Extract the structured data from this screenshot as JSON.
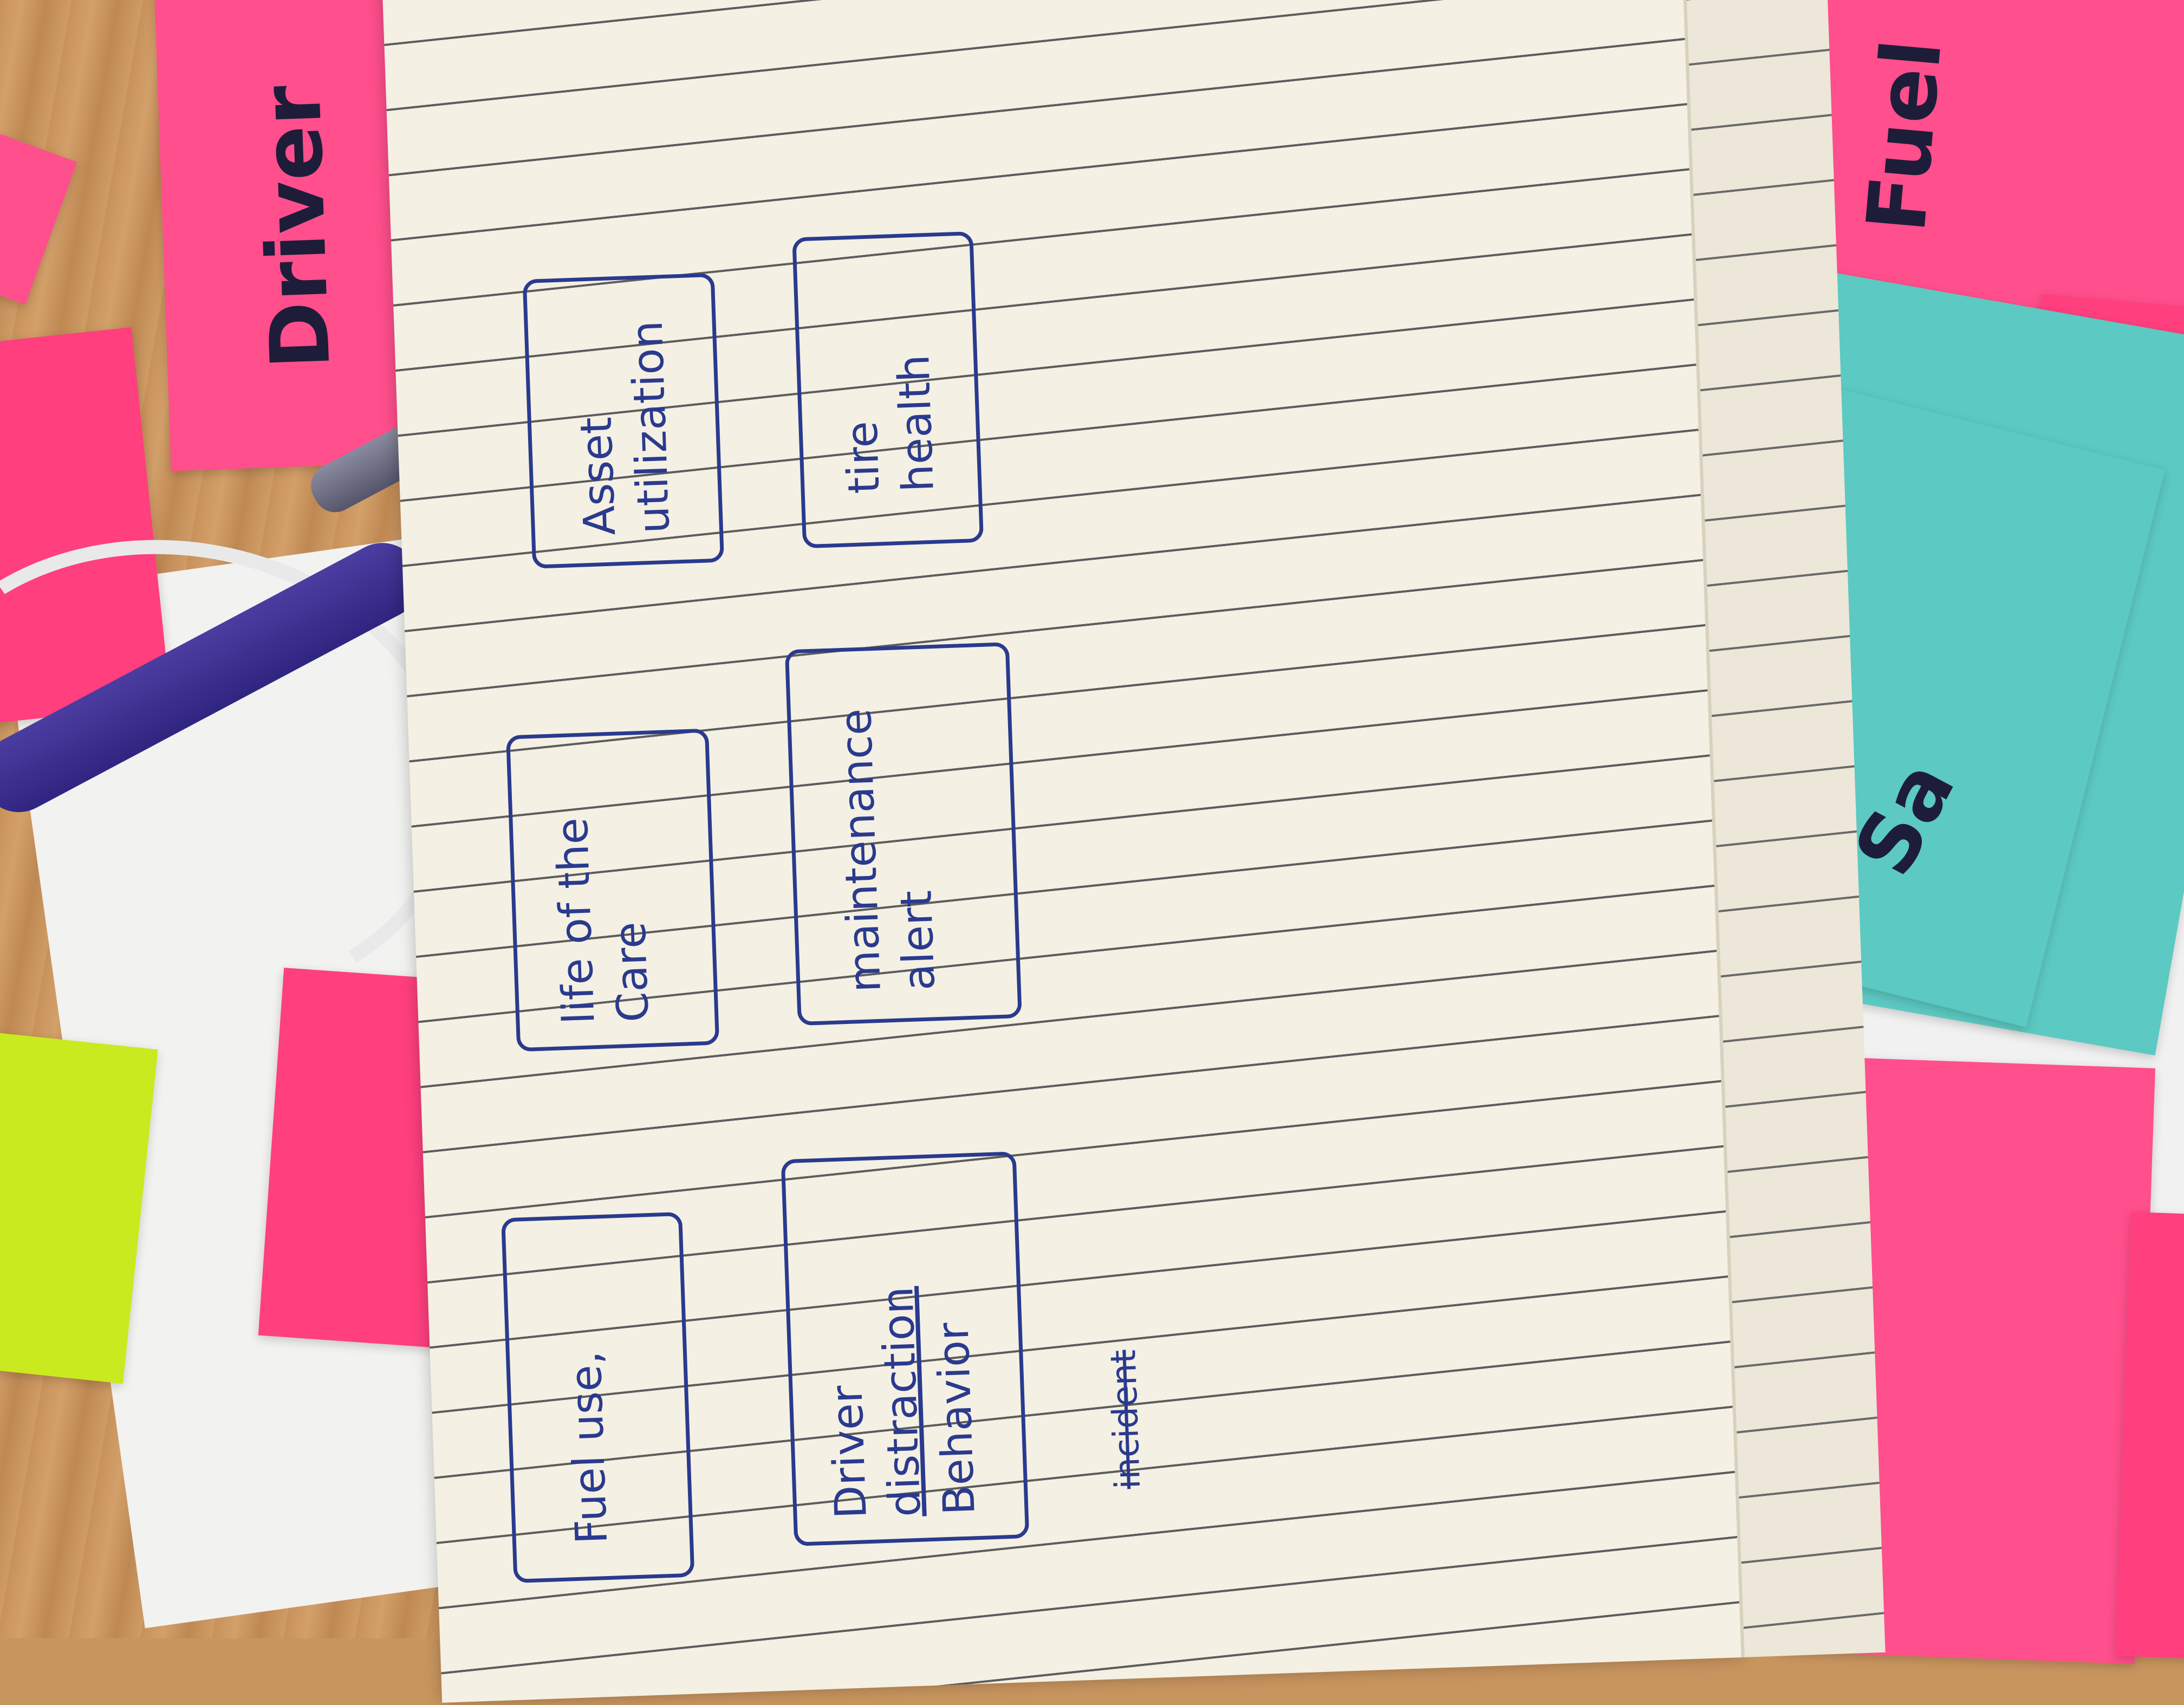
{
  "notebook": {
    "boxes": [
      {
        "id": "asset",
        "lines": [
          "Asset",
          "utilization"
        ]
      },
      {
        "id": "tire",
        "lines": [
          "tire",
          "health"
        ]
      },
      {
        "id": "life",
        "lines": [
          "life of the",
          "Care"
        ]
      },
      {
        "id": "maintenance",
        "lines": [
          "maintenance",
          "alert"
        ]
      },
      {
        "id": "fuel",
        "lines": [
          "Fuel use,"
        ]
      },
      {
        "id": "driver",
        "lines": [
          "Driver",
          "distraction",
          "Behavior"
        ]
      }
    ],
    "loose_note": "incident"
  },
  "sticky_notes": [
    {
      "id": "driver-top",
      "text": "Driver"
    },
    {
      "id": "fuel-top",
      "text": "Fuel"
    },
    {
      "id": "teal",
      "text": "Sa"
    }
  ],
  "colors": {
    "ink": "#2a3a8e",
    "sticky_pink": "#ff4f8c",
    "sticky_teal": "#5cc9c2",
    "sticky_lime": "#c9ea1e",
    "paper": "#f4f0e3"
  }
}
